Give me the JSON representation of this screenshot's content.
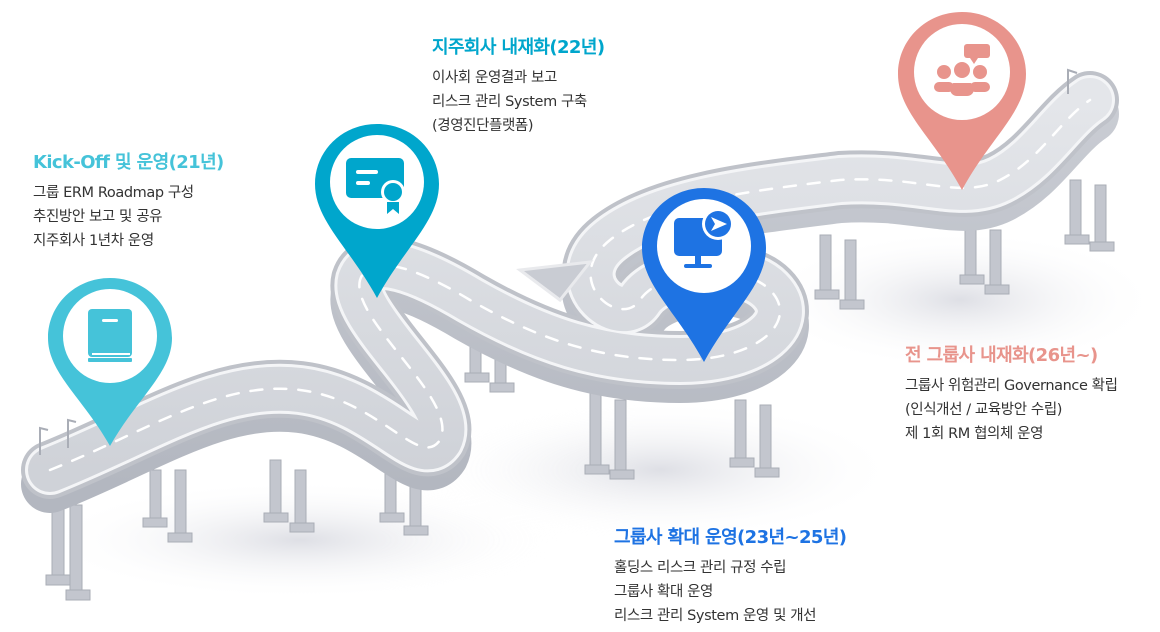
{
  "diagram": {
    "type": "roadmap",
    "background": "#ffffff",
    "road_color": "#d6d8de",
    "milestones": [
      {
        "id": "m1",
        "title": "Kick-Off 및 운영(21년)",
        "color": "#45c3d9",
        "icon": "book-icon",
        "lines": [
          "그룹 ERM Roadmap 구성",
          "추진방안 보고 및 공유",
          "지주회사 1년차 운영"
        ]
      },
      {
        "id": "m2",
        "title": "지주회사 내재화(22년)",
        "color": "#00a6cc",
        "icon": "certificate-icon",
        "lines": [
          "이사회 운영결과 보고",
          "리스크 관리 System 구축",
          "(경영진단플랫폼)"
        ]
      },
      {
        "id": "m3",
        "title": "그룹사 확대 운영(23년~25년)",
        "color": "#1e73e3",
        "icon": "monitor-send-icon",
        "lines": [
          "홀딩스 리스크 관리 규정 수립",
          "그룹사 확대 운영",
          "리스크 관리 System 운영 및 개선"
        ]
      },
      {
        "id": "m4",
        "title": "전 그룹사 내재화(26년~)",
        "color": "#e8948c",
        "icon": "group-discussion-icon",
        "lines": [
          "그룹사 위험관리 Governance 확립",
          "(인식개선 / 교육방안 수립)",
          "제 1회 RM 협의체 운영"
        ]
      }
    ]
  }
}
